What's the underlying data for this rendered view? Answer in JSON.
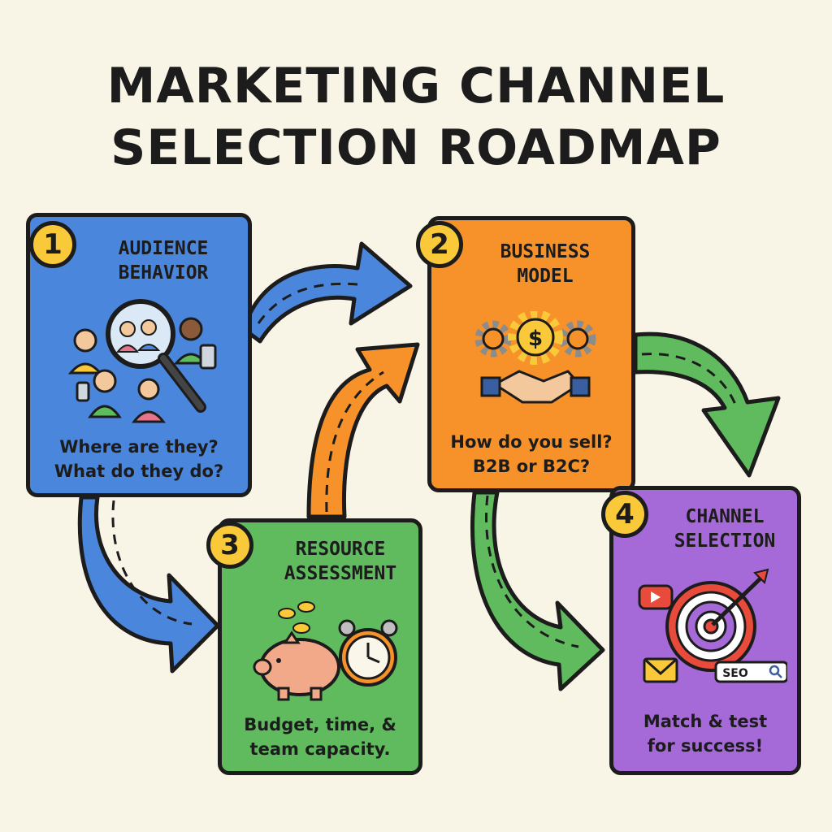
{
  "title": {
    "line1": "MARKETING CHANNEL",
    "line2": "SELECTION ROADMAP"
  },
  "steps": [
    {
      "number": "1",
      "title_line1": "AUDIENCE",
      "title_line2": "BEHAVIOR",
      "caption_line1": "Where are they?",
      "caption_line2": "What do they do?",
      "color": "#4a86dc",
      "icons": [
        "magnifier-icon",
        "people-icon",
        "tablet-icon",
        "phone-icon"
      ]
    },
    {
      "number": "2",
      "title_line1": "BUSINESS",
      "title_line2": "MODEL",
      "caption_line1": "How do you sell?",
      "caption_line2": "B2B or B2C?",
      "color": "#f7922b",
      "icons": [
        "gears-dollar-icon",
        "handshake-icon"
      ]
    },
    {
      "number": "3",
      "title_line1": "RESOURCE",
      "title_line2": "ASSESSMENT",
      "caption_line1": "Budget, time, &",
      "caption_line2": "team capacity.",
      "color": "#5fbb5e",
      "icons": [
        "piggy-bank-icon",
        "coins-icon",
        "alarm-clock-icon"
      ]
    },
    {
      "number": "4",
      "title_line1": "CHANNEL",
      "title_line2": "SELECTION",
      "caption_line1": "Match & test",
      "caption_line2": "for success!",
      "color": "#a56ad8",
      "icons": [
        "target-icon",
        "play-button-icon",
        "email-icon",
        "seo-search-icon"
      ],
      "seo_label": "SEO"
    }
  ],
  "arrow_colors": {
    "blue": "#4a86dc",
    "orange": "#f7922b",
    "green": "#5fbb5e"
  }
}
